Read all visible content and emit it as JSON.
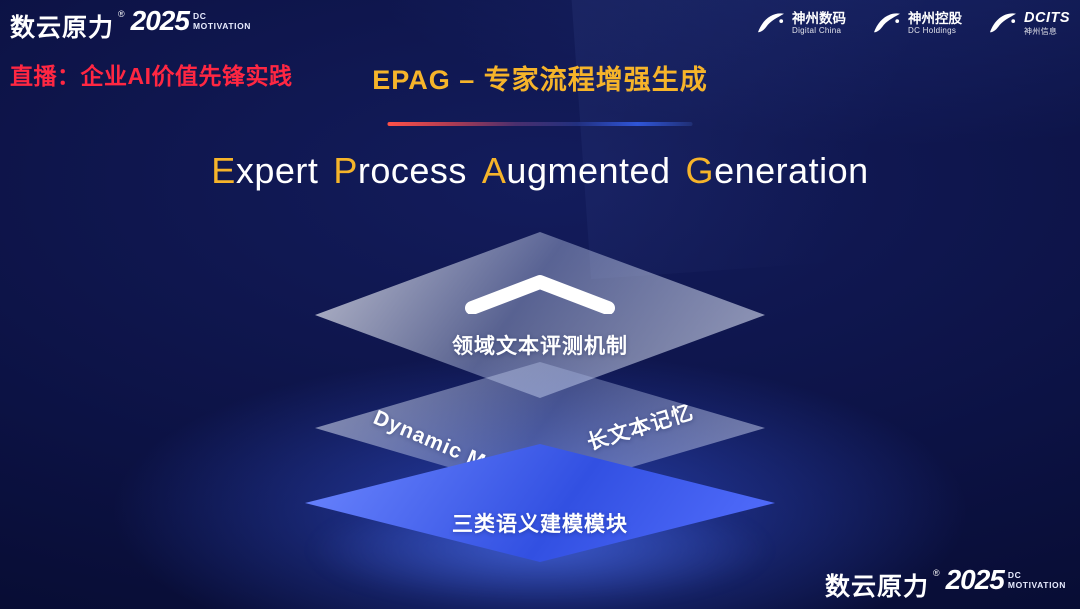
{
  "brand": {
    "name": "数云原力",
    "reg": "®",
    "year": "2025",
    "sub_top": "DC",
    "sub_bottom": "MOTIVATION"
  },
  "live_banner": "直播：企业AI价值先锋实践",
  "title": {
    "cn": "EPAG – 专家流程增强生成",
    "en_words": [
      {
        "initial": "E",
        "rest": "xpert"
      },
      {
        "initial": "P",
        "rest": "rocess"
      },
      {
        "initial": "A",
        "rest": "ugmented"
      },
      {
        "initial": "G",
        "rest": "eneration"
      }
    ]
  },
  "partners": [
    {
      "name": "神州数码",
      "subtitle": "Digital China"
    },
    {
      "name": "神州控股",
      "subtitle": "DC Holdings"
    },
    {
      "name": "DCITS",
      "subtitle": "神州信息"
    }
  ],
  "stack": {
    "top_layer": {
      "icon": "chevron-up-icon",
      "label": "领域文本评测机制"
    },
    "middle_layer": {
      "left_label": "Dynamic MOE",
      "right_label": "长文本记忆"
    },
    "bottom_layer": {
      "label": "三类语义建模模块"
    }
  },
  "colors": {
    "accent_gold": "#f6b42a",
    "live_red": "#ff2742",
    "bottom_layer_blue": "#3250e2"
  }
}
